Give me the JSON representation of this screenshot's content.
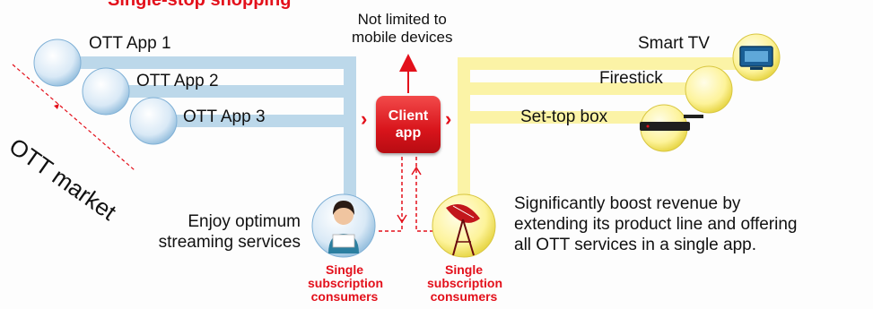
{
  "header": {
    "title": "Single-stop shopping"
  },
  "left": {
    "apps": [
      {
        "label": "OTT App 1"
      },
      {
        "label": "OTT App 2"
      },
      {
        "label": "OTT App 3"
      }
    ],
    "market_label": "OTT market"
  },
  "center": {
    "top_note": "Not limited to\nmobile devices",
    "client_app_line1": "Client",
    "client_app_line2": "app"
  },
  "right": {
    "devices": [
      {
        "label": "Smart TV"
      },
      {
        "label": "Firestick"
      },
      {
        "label": "Set-top box"
      }
    ]
  },
  "bottom": {
    "consumer_text_line1": "Enjoy optimum",
    "consumer_text_line2": "streaming services",
    "operator_text_line1": "Significantly boost revenue by",
    "operator_text_line2": "extending its product line and offering",
    "operator_text_line3": "all OTT services in a single app.",
    "left_tag_line1": "Single",
    "left_tag_line2": "subscription",
    "left_tag_line3": "consumers",
    "right_tag_line1": "Single",
    "right_tag_line2": "subscription",
    "right_tag_line3": "consumers"
  },
  "colors": {
    "blue_pipe": "#bcd8ea",
    "yellow_pipe": "#fbf3a6",
    "accent_red": "#e3101b"
  }
}
